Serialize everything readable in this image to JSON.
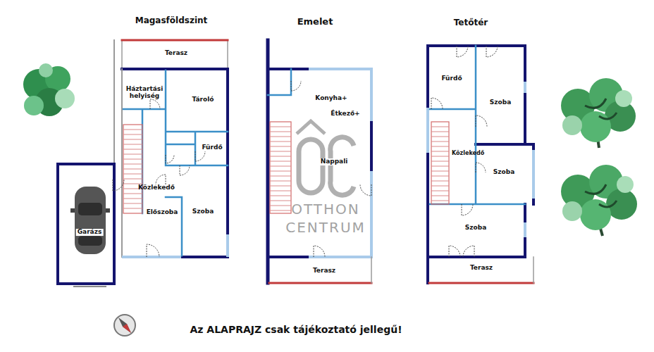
{
  "diagram": {
    "nodes": [
      {
        "text": [
          "Magasföldszint"
        ]
      },
      {
        "text": [
          "Terasz"
        ],
        "in": 0
      },
      {
        "text": [
          "Háztartási helyiség"
        ],
        "in": 0
      },
      {
        "text": [
          "Tároló"
        ],
        "in": 0
      },
      {
        "text": [
          "Fürdő"
        ],
        "in": 0
      },
      {
        "text": [
          "Közlekedő"
        ],
        "in": 0
      },
      {
        "text": [
          "Előszoba"
        ],
        "in": 0
      },
      {
        "text": [
          "Szoba"
        ],
        "in": 0
      },
      {
        "text": [
          "Garázs"
        ],
        "in": 0
      },
      {
        "text": [
          "Emelet"
        ]
      },
      {
        "text": [
          "Konyha+",
          "Étkező+",
          "Nappali"
        ],
        "in": 9
      },
      {
        "text": [
          "Terasz"
        ],
        "in": 9
      },
      {
        "text": [
          "Tetőtér"
        ]
      },
      {
        "text": [
          "Fürdő"
        ],
        "in": 12
      },
      {
        "text": [
          "Szoba"
        ],
        "in": 12
      },
      {
        "text": [
          "Közlekedő"
        ],
        "in": 12
      },
      {
        "text": [
          "Szoba"
        ],
        "in": 12
      },
      {
        "text": [
          "Szoba"
        ],
        "in": 12
      },
      {
        "text": [
          "Terasz"
        ],
        "in": 12
      }
    ],
    "labels": [
      "OTTHON",
      "CENTRUM",
      "Az ALAPRAJZ csak tájékoztató jellegű!"
    ]
  }
}
